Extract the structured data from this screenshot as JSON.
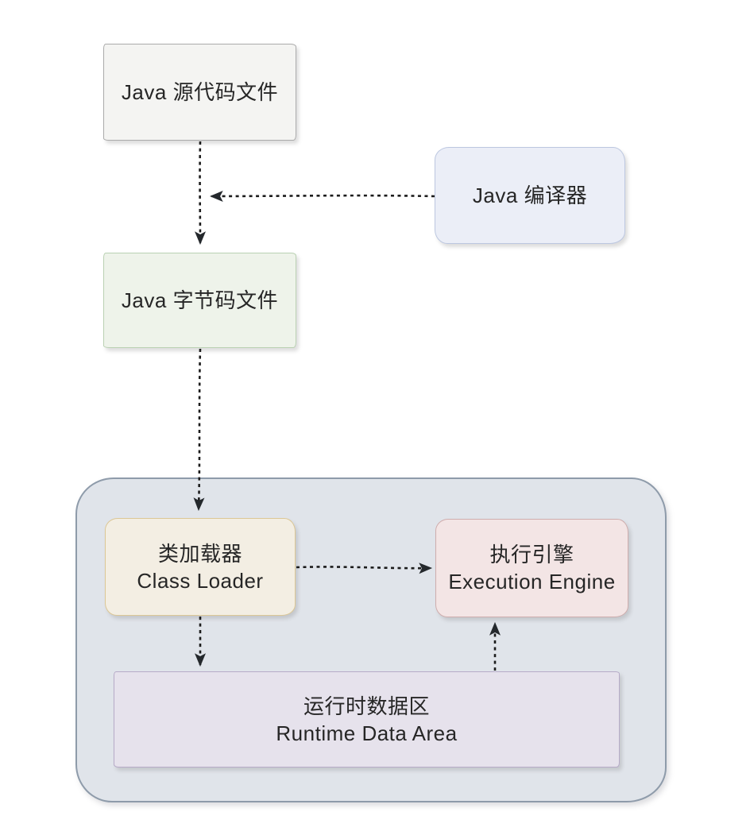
{
  "diagram": {
    "title_hint": "JVM execution flow diagram",
    "arrow_color": "#1c1c1c",
    "nodes": {
      "source_file": {
        "label": "Java 源代码文件",
        "fill": "#f4f4f2",
        "border": "#ababab"
      },
      "compiler": {
        "label": "Java 编译器",
        "fill": "#ebeef7",
        "border": "#bcc7e0"
      },
      "bytecode_file": {
        "label": "Java 字节码文件",
        "fill": "#eef3ea",
        "border": "#bad1b3"
      },
      "jvm_container": {
        "fill": "#e0e4ea",
        "border": "#8e9baa"
      },
      "class_loader": {
        "label_zh": "类加载器",
        "label_en": "Class Loader",
        "fill": "#f3eee3",
        "border": "#dcc795"
      },
      "execution_engine": {
        "label_zh": "执行引擎",
        "label_en": "Execution Engine",
        "fill": "#f3e5e5",
        "border": "#cfadad"
      },
      "runtime_data_area": {
        "label_zh": "运行时数据区",
        "label_en": "Runtime Data Area",
        "fill": "#e6e2ec",
        "border": "#b7abc8"
      }
    },
    "edges": [
      {
        "from": "source_file",
        "to": "bytecode_file",
        "style": "dashed-arrow"
      },
      {
        "from": "compiler",
        "to": "source_to_bytecode_line",
        "style": "dashed-arrow"
      },
      {
        "from": "bytecode_file",
        "to": "class_loader",
        "style": "dashed-arrow"
      },
      {
        "from": "class_loader",
        "to": "execution_engine",
        "style": "dashed-arrow"
      },
      {
        "from": "class_loader",
        "to": "runtime_data_area",
        "style": "dashed-arrow"
      },
      {
        "from": "runtime_data_area",
        "to": "execution_engine",
        "style": "dashed-arrow"
      }
    ]
  }
}
